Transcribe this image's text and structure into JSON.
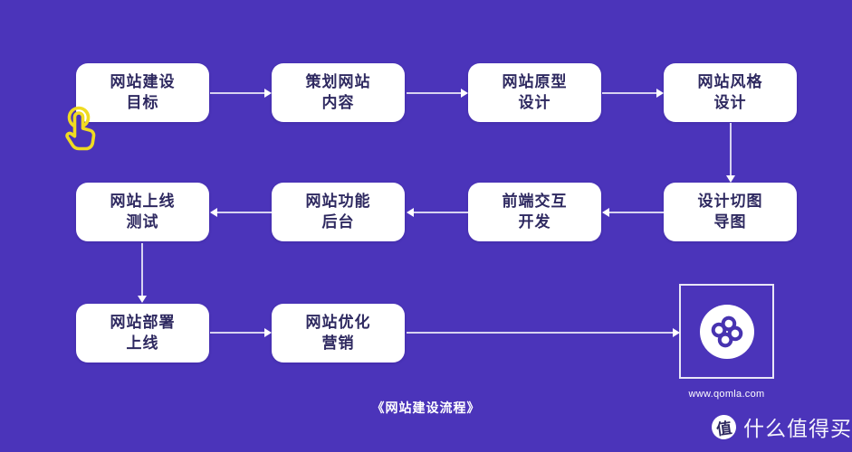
{
  "flow": {
    "nodes": [
      {
        "id": "goal",
        "label": "网站建设\n目标"
      },
      {
        "id": "plan",
        "label": "策划网站\n内容"
      },
      {
        "id": "prototype",
        "label": "网站原型\n设计"
      },
      {
        "id": "style",
        "label": "网站风格\n设计"
      },
      {
        "id": "launch-test",
        "label": "网站上线\n测试"
      },
      {
        "id": "backend",
        "label": "网站功能\n后台"
      },
      {
        "id": "frontend",
        "label": "前端交互\n开发"
      },
      {
        "id": "slicing",
        "label": "设计切图\n导图"
      },
      {
        "id": "deploy",
        "label": "网站部署\n上线"
      },
      {
        "id": "marketing",
        "label": "网站优化\n营销"
      }
    ],
    "edges": [
      {
        "from": "goal",
        "to": "plan"
      },
      {
        "from": "plan",
        "to": "prototype"
      },
      {
        "from": "prototype",
        "to": "style"
      },
      {
        "from": "style",
        "to": "slicing"
      },
      {
        "from": "slicing",
        "to": "frontend"
      },
      {
        "from": "frontend",
        "to": "backend"
      },
      {
        "from": "backend",
        "to": "launch-test"
      },
      {
        "from": "launch-test",
        "to": "deploy"
      },
      {
        "from": "deploy",
        "to": "marketing"
      },
      {
        "from": "marketing",
        "to": "qomla-logo"
      }
    ]
  },
  "caption": "《网站建设流程》",
  "logo": {
    "url": "www.qomla.com"
  },
  "watermark": {
    "badge": "值",
    "text": "什么值得买"
  },
  "icons": {
    "hand": "tap-hand-icon",
    "logo_mark": "qomla-clover-icon",
    "watermark_badge": "smzdm-badge-icon"
  },
  "colors": {
    "background": "#4B34BA",
    "node_background": "#FFFFFF",
    "node_text": "#2E2960",
    "arrow_line": "#DDD9F4",
    "arrowhead": "#FFFFFF",
    "hand_icon_yellow": "#F0DB21",
    "logo_mark_purple": "#4733B0",
    "caption_text": "#FFFFFF",
    "watermark_text": "#FFFFFF"
  }
}
